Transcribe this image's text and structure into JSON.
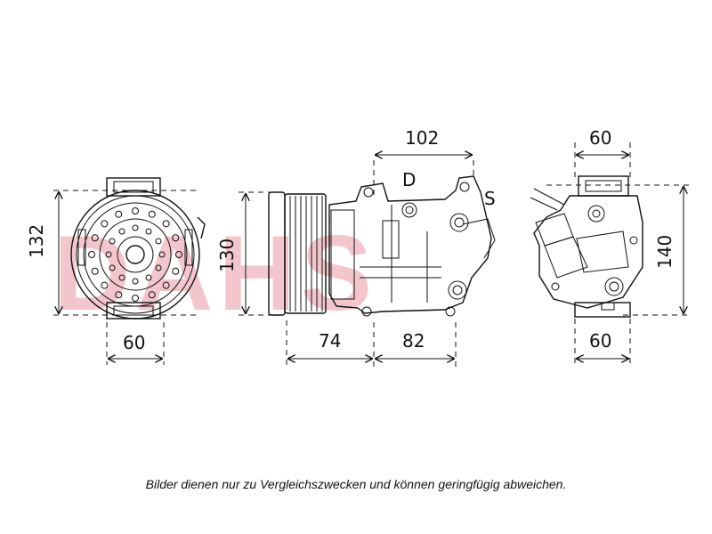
{
  "watermark": "DAHS",
  "labels": {
    "discharge": "D",
    "suction": "S"
  },
  "dimensions": {
    "front_height": "132",
    "front_width": "60",
    "side_height": "130",
    "side_length_a": "74",
    "side_length_b": "82",
    "side_top_width": "102",
    "rear_top_width": "60",
    "rear_height": "140",
    "rear_bottom_width": "60"
  },
  "caption": "Bilder dienen nur zu Vergleichszwecken und können geringfügig abweichen.",
  "colors": {
    "line": "#111111",
    "watermark": "#f2c6cc"
  }
}
